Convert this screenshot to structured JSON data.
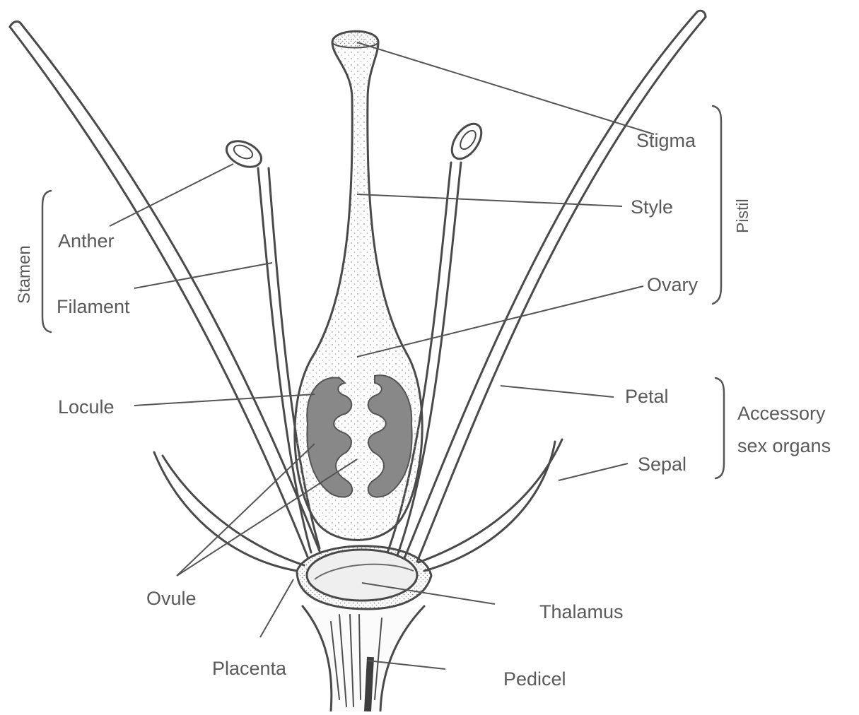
{
  "labels": {
    "stigma": "Stigma",
    "style": "Style",
    "ovary": "Ovary",
    "pistil": "Pistil",
    "anther": "Anther",
    "filament": "Filament",
    "stamen": "Stamen",
    "locule": "Locule",
    "petal": "Petal",
    "sepal": "Sepal",
    "accessory_line1": "Accessory",
    "accessory_line2": "sex organs",
    "ovule": "Ovule",
    "thalamus": "Thalamus",
    "placenta": "Placenta",
    "pedicel": "Pedicel"
  },
  "colors": {
    "line": "#4a4a4a",
    "text": "#5a5a5a",
    "ovule_fill": "#8a8a8a",
    "dots": "#9a9a9a"
  }
}
